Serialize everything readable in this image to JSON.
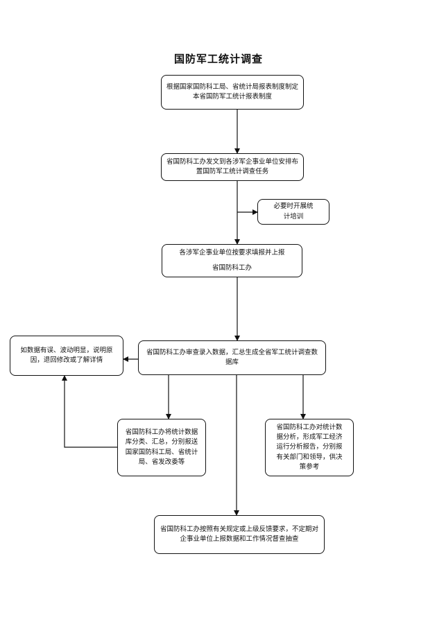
{
  "title": "国防军工统计调查",
  "steps": {
    "step1": "根据国家国防科工局、省统计局报表制度制定本省国防军工统计报表制度",
    "step2": "省国防科工办发文到各涉军企事业单位安排布置国防军工统计调查任务",
    "training": "必要时开展统计培训",
    "step3_line1": "各涉军企事业单位按要求填报并上报",
    "step3_line2": "省国防科工办",
    "step4": "省国防科工办审查录入数据，汇总生成全省军工统计调查数据库",
    "error": "如数据有误、波动明显，说明原因，退回修改或了解详情",
    "distribute": "省国防科工办将统计数据库分类、汇总，分别报送国家国防科工局、省统计局、省发改委等",
    "analysis": "省国防科工办对统计数据分析，形成军工经济运行分析报告，分别报有关部门和领导，供决策参考",
    "supervise": "省国防科工办按照有关规定或上级反馈要求，不定期对企事业单位上报数据和工作情况督查抽查"
  }
}
